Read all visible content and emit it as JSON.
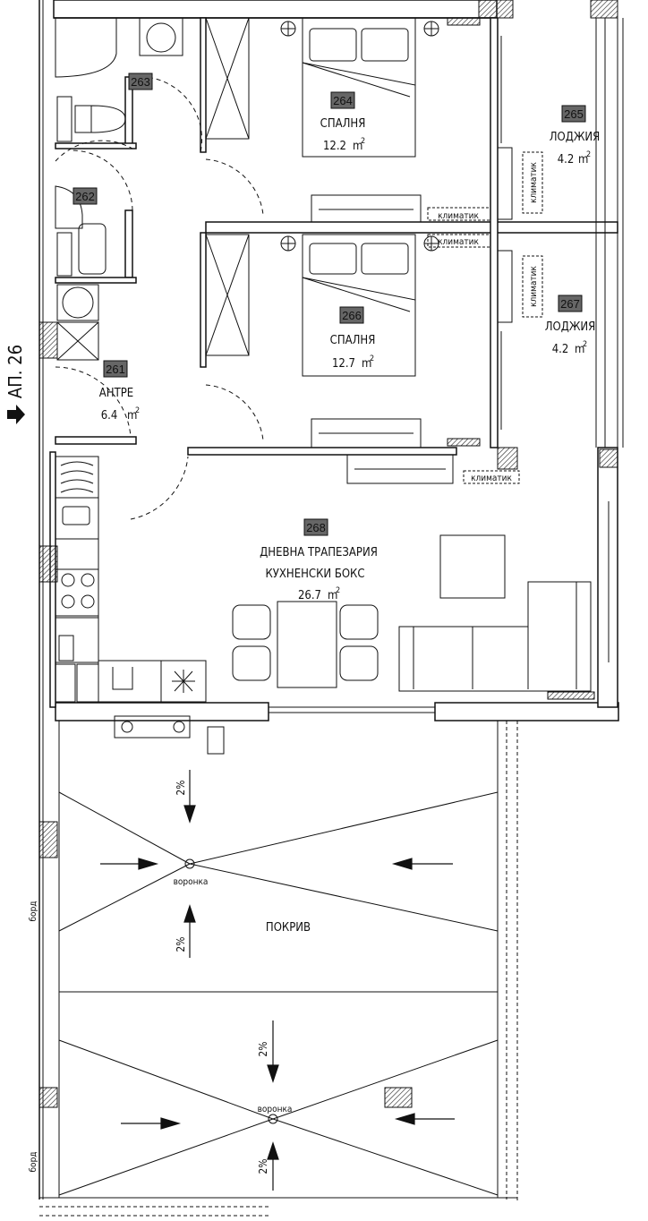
{
  "apartment": {
    "label": "АП. 26"
  },
  "rooms": [
    {
      "id": "261",
      "num": "261",
      "name": "АНТРЕ",
      "area": "6.4",
      "unit": "m"
    },
    {
      "id": "262",
      "num": "262"
    },
    {
      "id": "263",
      "num": "263"
    },
    {
      "id": "264",
      "num": "264",
      "name": "СПАЛНЯ",
      "area": "12.2",
      "unit": "m"
    },
    {
      "id": "265",
      "num": "265",
      "name": "ЛОДЖИЯ",
      "area": "4.2",
      "unit": "m"
    },
    {
      "id": "266",
      "num": "266",
      "name": "СПАЛНЯ",
      "area": "12.7",
      "unit": "m"
    },
    {
      "id": "267",
      "num": "267",
      "name": "ЛОДЖИЯ",
      "area": "4.2",
      "unit": "m"
    },
    {
      "id": "268",
      "num": "268",
      "name1": "ДНЕВНА ТРАПЕЗАРИЯ",
      "name2": "КУХНЕНСКИ БОКС",
      "area": "26.7",
      "unit": "m"
    }
  ],
  "ac_units": [
    "климатик",
    "климатик",
    "климатик",
    "климатик",
    "климатик"
  ],
  "roof": {
    "label": "ПОКРИВ",
    "drain": "воронка",
    "slope": "2%",
    "edge": "борд"
  }
}
